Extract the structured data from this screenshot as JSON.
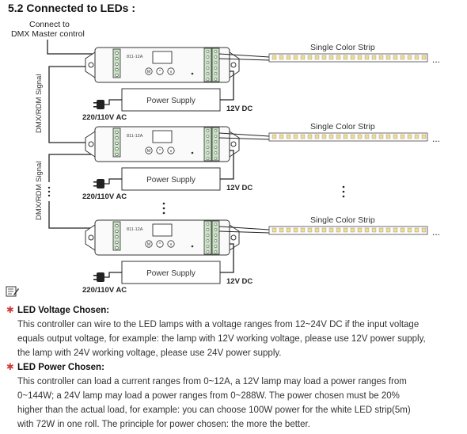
{
  "heading": "5.2 Connected to LEDs :",
  "master": {
    "line1": "Connect to",
    "line2": "DMX Master control"
  },
  "signal_label": "DMX/RDM Signal",
  "controller": {
    "model": "811-12A",
    "buttons": [
      "M",
      "^",
      "v"
    ]
  },
  "units": [
    {
      "strip_label": "Single Color Strip",
      "psu_label": "Power Supply",
      "dc_label": "12V DC",
      "ac_label": "220/110V AC"
    },
    {
      "strip_label": "Single Color Strip",
      "psu_label": "Power Supply",
      "dc_label": "12V DC",
      "ac_label": "220/110V AC"
    },
    {
      "strip_label": "Single Color Strip",
      "psu_label": "Power Supply",
      "dc_label": "12V DC",
      "ac_label": "220/110V AC"
    }
  ],
  "continuation": "...",
  "notes": [
    {
      "title": "LED Voltage Chosen:",
      "lines": [
        "This controller can wire to the LED lamps with a voltage ranges from 12~24V DC if the input voltage",
        "equals output voltage, for example: the lamp with 12V working voltage, please use 12V power supply,",
        "the lamp with 24V working voltage, please use 24V power supply."
      ]
    },
    {
      "title": "LED Power Chosen:",
      "lines": [
        "This controller can load a current ranges from 0~12A, a 12V lamp may load a power ranges from",
        "0~144W; a 24V lamp may load a power ranges from 0~288W. The power chosen must be 20%",
        "higher than the actual load, for example: you can choose 100W power for the white LED strip(5m)",
        "with 72W in one roll. The principle for power chosen: the more the better."
      ]
    }
  ],
  "colors": {
    "star": "#d03a3a",
    "wire": "#222222",
    "terminal": "#c9e3c4",
    "led_yellow": "#f3dc8a"
  }
}
